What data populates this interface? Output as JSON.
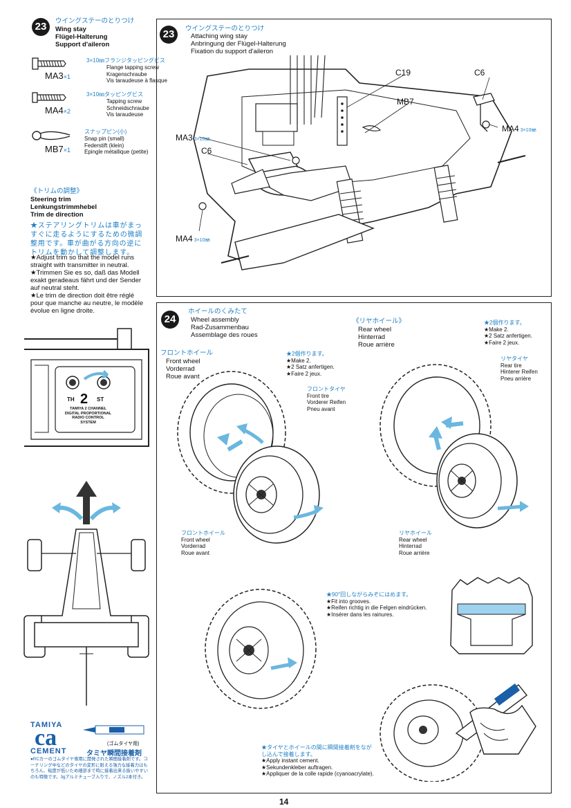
{
  "step23_left": {
    "number": "23",
    "title_jp": "ウイングステーのとりつけ",
    "lines": [
      "Wing stay",
      "Flügel-Halterung",
      "Support d'aileron"
    ],
    "parts": [
      {
        "code": "MA3",
        "qty": "×1",
        "name_jp": "3×10㎜フランジタッピングビス",
        "lines": [
          "Flange tapping screw",
          "Kragenschraube",
          "Vis taraudeuse à flasque"
        ]
      },
      {
        "code": "MA4",
        "qty": "×2",
        "name_jp": "3×10㎜タッピングビス",
        "lines": [
          "Tapping screw",
          "Schneidschraube",
          "Vis taraudeuse"
        ]
      },
      {
        "code": "MB7",
        "qty": "×1",
        "name_jp": "スナップピン(小)",
        "lines": [
          "Snap pin (small)",
          "Federstift (klein)",
          "Epingle métallique (petite)"
        ]
      }
    ]
  },
  "trim": {
    "title_jp": "《トリムの調整》",
    "lines": [
      "Steering trim",
      "Lenkungstrimmhebel",
      "Trim de direction"
    ],
    "instr_jp": "★ステアリングトリムは車がまっすぐに走るようにするための微調整用です。車が曲がる方向の逆にトリムを動かして調整します。",
    "instr_en": "★Adjust trim so that the model runs straight with transmitter in neutral.",
    "instr_de": "★Trimmen Sie es so, daß das Modell exakt geradeaus fährt und der Sender auf neutral steht.",
    "instr_fr": "★Le trim de direction doit être réglé pour que manche au neutre, le modèle évolue en ligne droite.",
    "tx_labels": [
      "TH",
      "2",
      "ST"
    ],
    "tx_brand": [
      "TAMIYA 2 CHANNEL",
      "DIGITAL PROPORTIONAL",
      "RADIO CONTROL",
      "SYSTEM"
    ]
  },
  "step23_main": {
    "number": "23",
    "title_jp": "ウイングステーのとりつけ",
    "lines": [
      "Attaching wing stay",
      "Anbringung der Flügel-Halterung",
      "Fixation du support d'aileron"
    ],
    "callouts": {
      "c19": "C19",
      "c6_right": "C6",
      "mb7": "MB7",
      "ma3": "MA3",
      "ma3_size": "3×10㎜",
      "c6_left": "C6",
      "ma4_right": "MA4",
      "ma4_right_size": "3×10㎜",
      "ma4_left": "MA4",
      "ma4_left_size": "3×10㎜"
    }
  },
  "step24": {
    "number": "24",
    "title_jp": "ホイールのくみたて",
    "lines": [
      "Wheel assembly",
      "Rad-Zusammenbau",
      "Assemblage des roues"
    ],
    "front_header_jp": "フロントホイール",
    "front_header": [
      "Front wheel",
      "Vorderrad",
      "Roue avant"
    ],
    "front_make": [
      "★2個作ります。",
      "★Make 2.",
      "★2 Satz anfertigen.",
      "★Faire 2 jeux."
    ],
    "front_tire": [
      "フロントタイヤ",
      "Front tire",
      "Vorderer Reifen",
      "Pneu avant"
    ],
    "front_wheel_lbl": [
      "フロントホイール",
      "Front wheel",
      "Vorderrad",
      "Roue avant"
    ],
    "rear_header_jp": "《リヤホイール》",
    "rear_header": [
      "Rear wheel",
      "Hinterrad",
      "Roue arrière"
    ],
    "rear_make": [
      "★2個作ります。",
      "★Make 2.",
      "★2 Satz anfertigen.",
      "★Faire 2 jeux."
    ],
    "rear_tire": [
      "リヤタイヤ",
      "Rear tire",
      "Hinterer Reifen",
      "Pneu arrière"
    ],
    "rear_wheel_lbl": [
      "リヤホイール",
      "Rear wheel",
      "Hinterrad",
      "Roue arrière"
    ],
    "grooves": [
      "★90°回しながらみぞにはめます。",
      "★Fit into grooves.",
      "★Reifen richtig in die Felgen eindrücken.",
      "★Insérer dans les rainures."
    ],
    "cement": [
      "★タイヤとホイールの間に瞬間接着剤をながし込んで接着します。",
      "★Apply instant cement.",
      "★Sekundenkleber auftragen.",
      "★Appliquer de la colle rapide (cyanoacrylate)."
    ]
  },
  "ad": {
    "brand": "TAMIYA",
    "logo": "ca",
    "sub": "CEMENT",
    "tube_note": "(ゴムタイヤ用)",
    "name_jp": "タミヤ瞬間接着剤",
    "text_jp": "●RCカーのゴムタイヤ専用に開発された瞬間接着剤です。コーナリング中などのタイヤの変形に耐える強力な接着力はもちろん、粘度が低いため細部まで時に接着出来る扱いやすいのも特徴です。3gアルミチューブ入りで、ノズル2本付き。"
  },
  "page_number": "14"
}
